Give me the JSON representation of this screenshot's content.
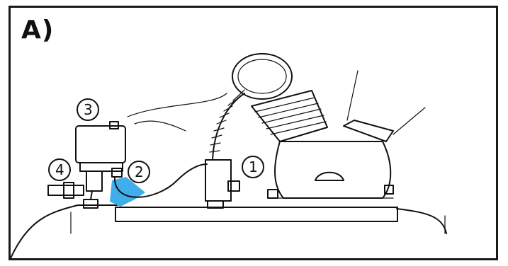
{
  "panel_label": "A)",
  "callouts": [
    {
      "number": "1"
    },
    {
      "number": "2"
    },
    {
      "number": "3"
    },
    {
      "number": "4"
    }
  ],
  "colors": {
    "ink": "#111111",
    "highlight": "#1ea0e6",
    "background": "#ffffff"
  }
}
